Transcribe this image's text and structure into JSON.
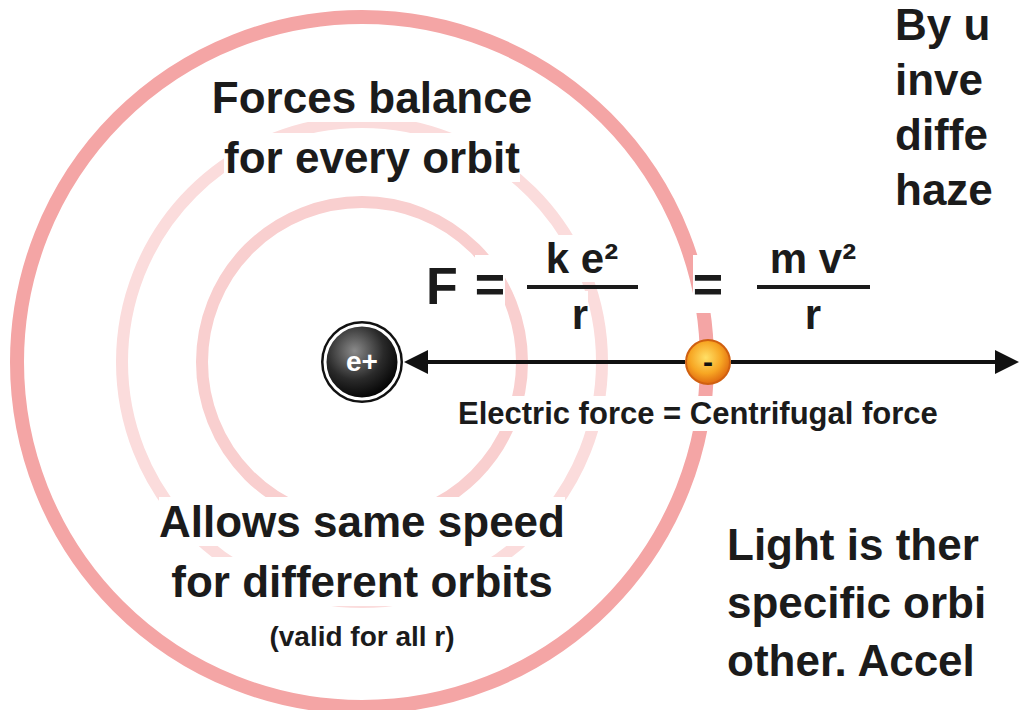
{
  "diagram": {
    "nodes": [
      {
        "text": [
          "e+"
        ]
      },
      {
        "text": [
          "-"
        ]
      }
    ],
    "edges": [
      {
        "from": 1,
        "to": 0,
        "arrow": "to"
      }
    ],
    "labels": [
      "By u",
      "Forces balance for every orbit",
      "inve",
      "diffe",
      "haze",
      "F",
      "=",
      "k e²",
      "r",
      "=",
      "m v²",
      "r",
      "Electric force = Centrifugal force",
      "Allows same speed for different orbits",
      "Light is ther",
      "specific orbi",
      "(valid for all r)",
      "other. Accel"
    ]
  }
}
